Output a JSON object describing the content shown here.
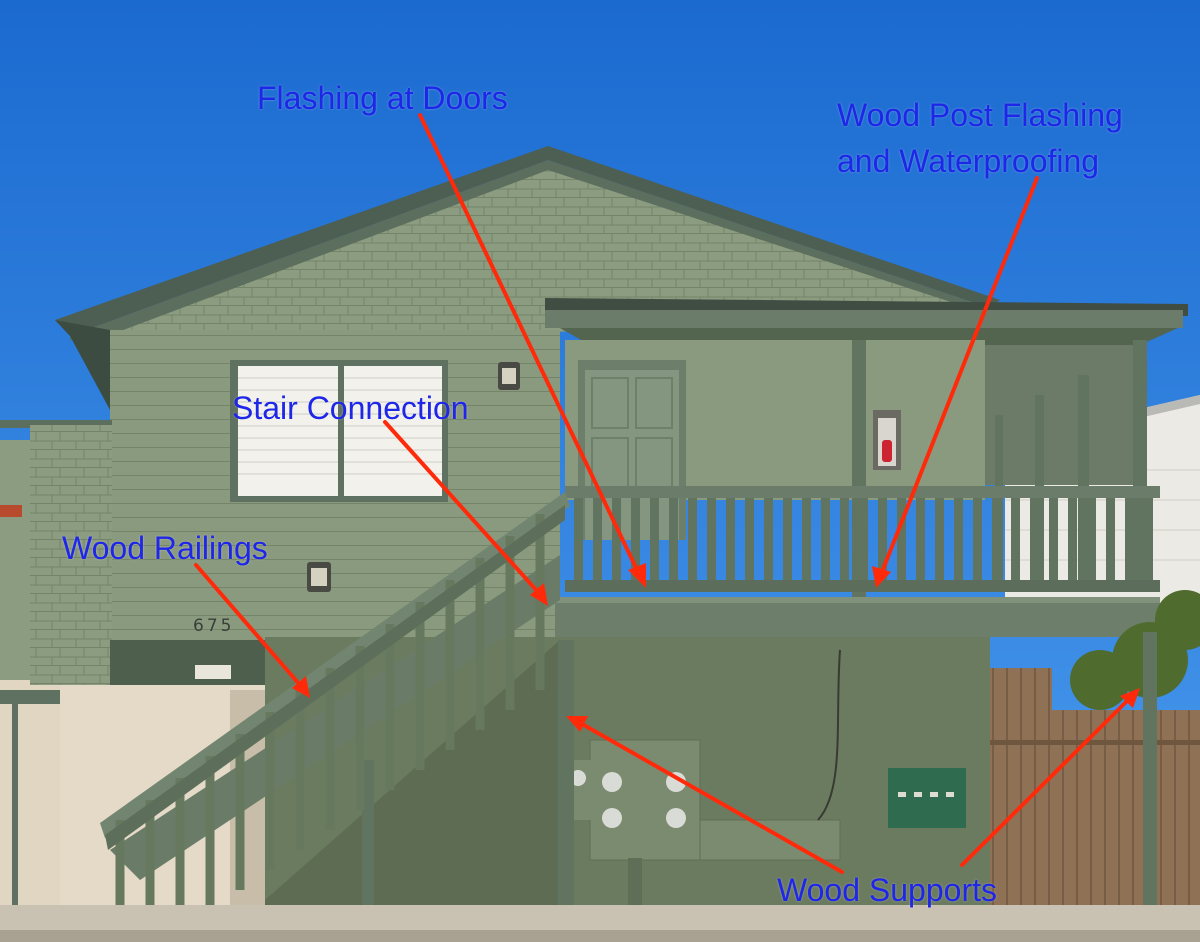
{
  "photo": {
    "house_number": "675",
    "colors": {
      "sky_top": "#1f6fd0",
      "sky_bottom": "#4c9bef",
      "siding": "#8a9a7e",
      "trim": "#5f7160",
      "stucco": "#e5dcc9",
      "fence": "#8f7256",
      "arrow": "#ff2a0a",
      "label_text": "#1e26e8"
    }
  },
  "annotations": [
    {
      "id": "flashing-doors",
      "text": "Flashing at Doors"
    },
    {
      "id": "wood-post",
      "lines": [
        "Wood Post Flashing",
        "and Waterproofing"
      ]
    },
    {
      "id": "stair-connection",
      "text": "Stair Connection"
    },
    {
      "id": "wood-railings",
      "text": "Wood Railings"
    },
    {
      "id": "wood-supports",
      "text": "Wood Supports"
    }
  ]
}
